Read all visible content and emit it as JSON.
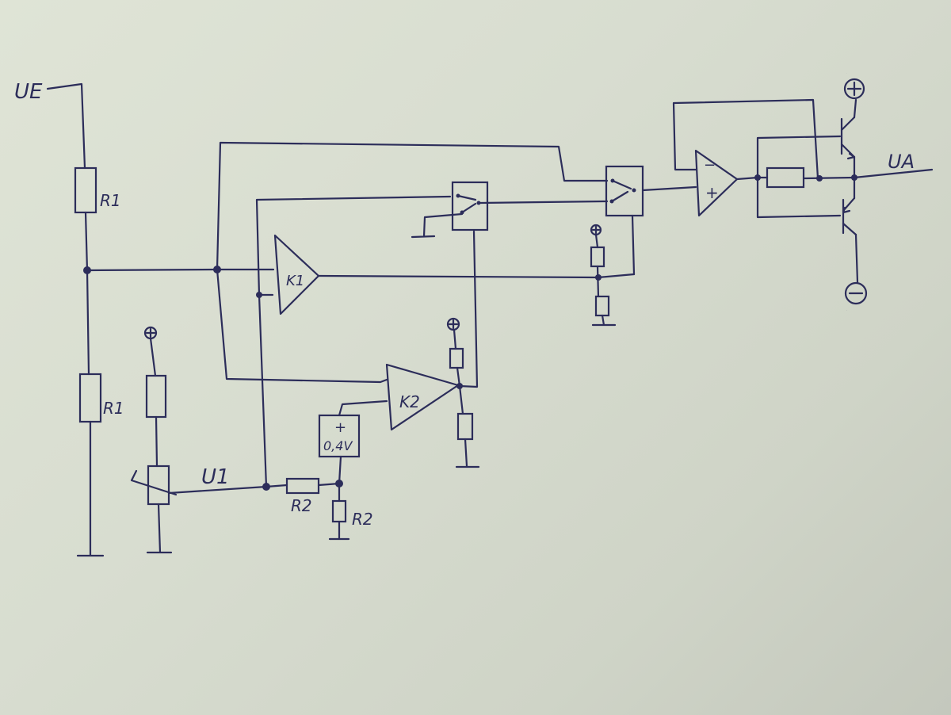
{
  "labels": {
    "input_voltage": "UE",
    "output_voltage": "UA",
    "r1_top": "R1",
    "r1_bottom": "R1",
    "r2_series": "R2",
    "r2_shunt": "R2",
    "u1": "U1",
    "comparator_1": "K1",
    "comparator_2": "K2",
    "reference_plus": "+",
    "reference_voltage": "0,4V",
    "opamp_minus": "−",
    "opamp_plus": "+",
    "supply_plus": "+",
    "supply_minus": "−"
  },
  "colors": {
    "ink": "#2c2d5a",
    "paper": "#dfe4d6"
  }
}
